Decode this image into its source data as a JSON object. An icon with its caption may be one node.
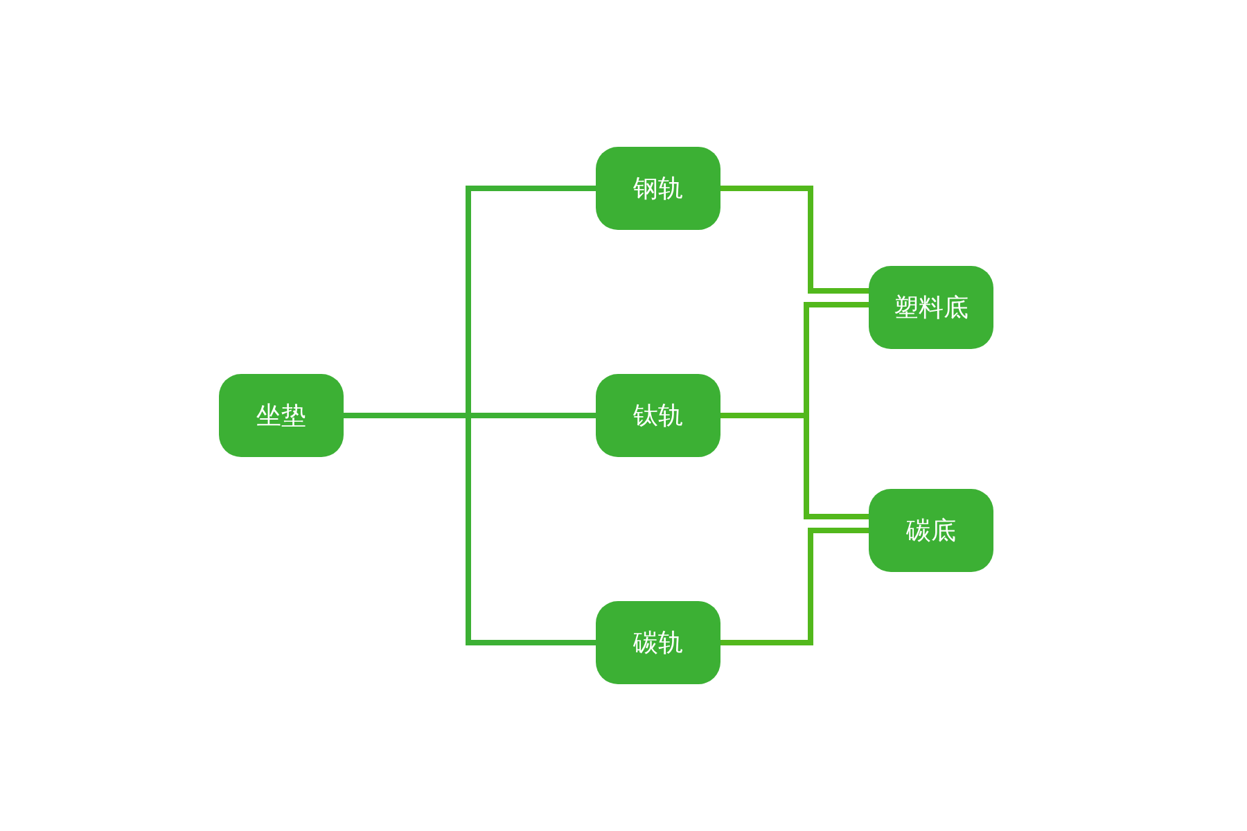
{
  "diagram": {
    "nodes": [
      {
        "text": [
          "坐垫"
        ]
      },
      {
        "text": [
          "钢轨"
        ]
      },
      {
        "text": [
          "钛轨"
        ]
      },
      {
        "text": [
          "碳轨"
        ]
      },
      {
        "text": [
          "塑料底"
        ]
      },
      {
        "text": [
          "碳底"
        ]
      }
    ],
    "edges": [
      {
        "from": 0,
        "to": 1,
        "arrow": "none"
      },
      {
        "from": 0,
        "to": 2,
        "arrow": "none"
      },
      {
        "from": 0,
        "to": 3,
        "arrow": "none"
      },
      {
        "from": 1,
        "to": 4,
        "arrow": "none"
      },
      {
        "from": 2,
        "to": 4,
        "arrow": "none"
      },
      {
        "from": 2,
        "to": 5,
        "arrow": "none"
      },
      {
        "from": 3,
        "to": 5,
        "arrow": "none"
      }
    ]
  }
}
